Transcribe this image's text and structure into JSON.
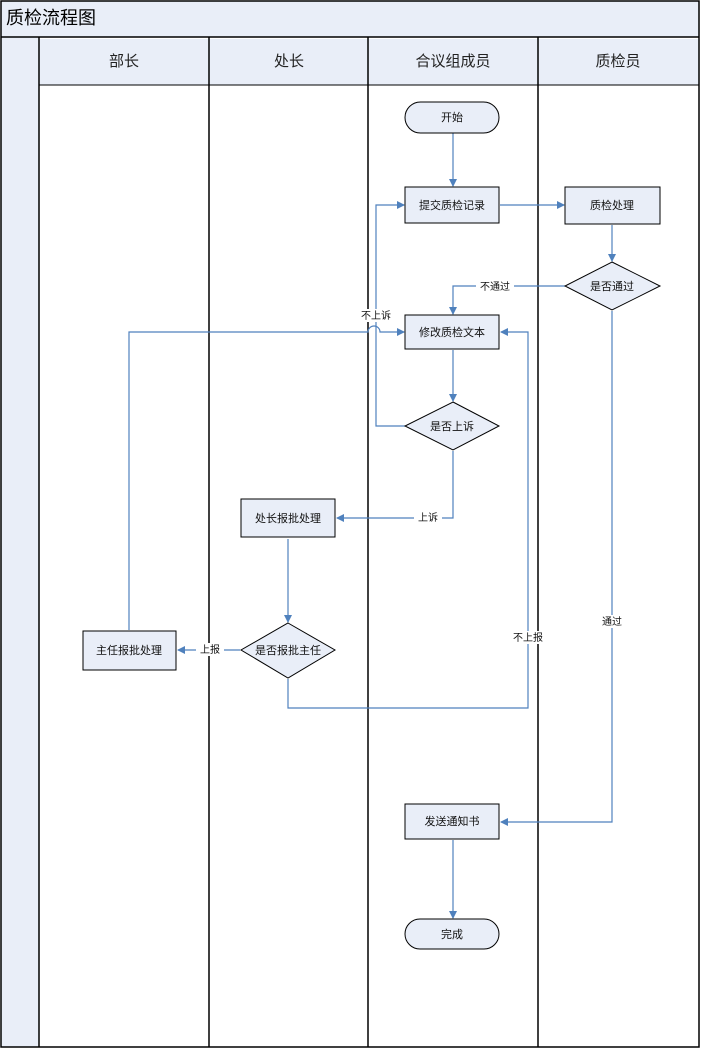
{
  "title": "质检流程图",
  "lanes": [
    "部长",
    "处长",
    "合议组成员",
    "质检员"
  ],
  "nodes": {
    "start": "开始",
    "submit": "提交质检记录",
    "qc_process": "质检处理",
    "pass_q": "是否通过",
    "modify": "修改质检文本",
    "appeal_q": "是否上诉",
    "chief_process": "处长报批处理",
    "report_q": "是否报批主任",
    "director_process": "主任报批处理",
    "notice": "发送通知书",
    "done": "完成"
  },
  "edges": {
    "not_pass": "不通过",
    "no_appeal": "不上诉",
    "appeal": "上诉",
    "report": "上报",
    "no_report": "不上报",
    "pass": "通过"
  },
  "colors": {
    "edge": "#4f81bd",
    "node_fill": "#e9eef8",
    "header_fill": "#e9eef8"
  }
}
